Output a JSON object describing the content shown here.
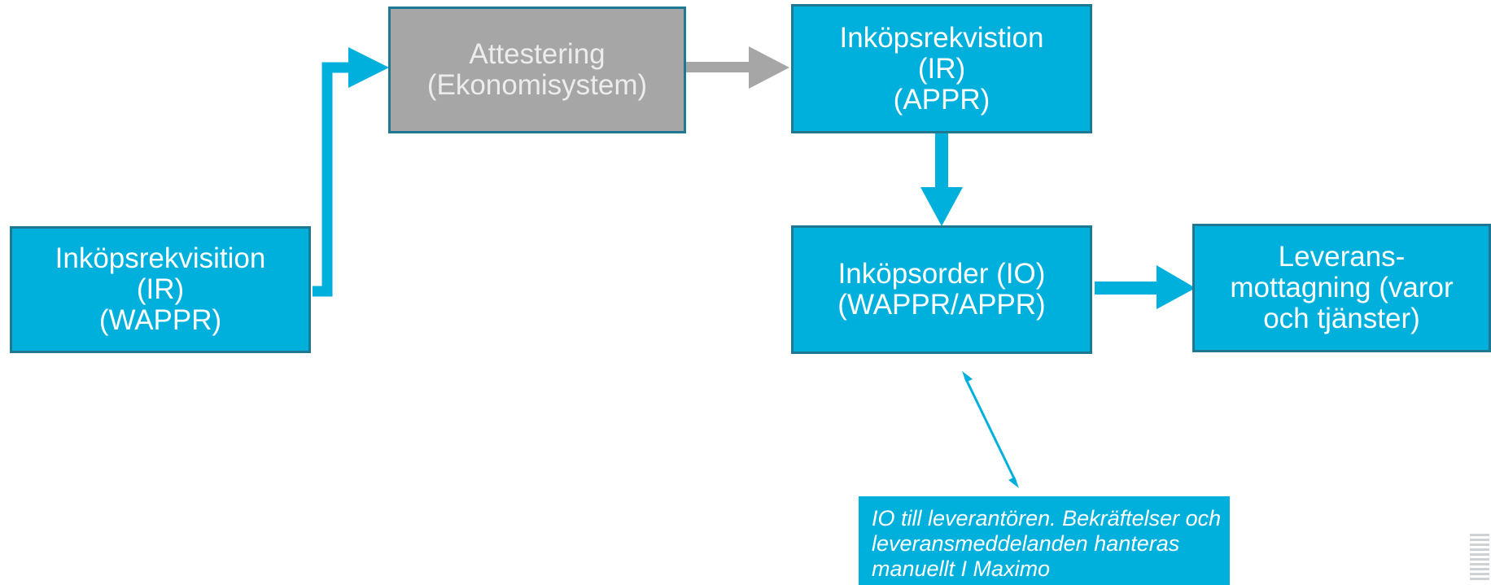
{
  "diagram": {
    "nodes": {
      "ir_wappr": {
        "lines": [
          "Inköpsrekvisition",
          "(IR)",
          "(WAPPR)"
        ],
        "fill": "#00b0dc",
        "border": "#1f7892"
      },
      "attestering": {
        "lines": [
          "Attestering",
          "(Ekonomisystem)"
        ],
        "fill": "#a6a6a6",
        "text_color": "#ececec"
      },
      "ir_appr": {
        "lines": [
          "Inköpsrekvistion",
          "(IR)",
          "(APPR)"
        ],
        "fill": "#00b0dc"
      },
      "io": {
        "lines": [
          "Inköpsorder (IO)",
          "(WAPPR/APPR)"
        ],
        "fill": "#00b0dc"
      },
      "leverans": {
        "lines": [
          "Leverans-",
          "mottagning (varor",
          "och tjänster)"
        ],
        "fill": "#00b0dc"
      }
    },
    "note": {
      "lines": [
        "IO till leverantören. Bekräftelser och",
        "leveransmeddelanden hanteras",
        "manuellt I Maximo"
      ],
      "fill": "#00b0dc"
    },
    "edges": [
      {
        "from": "ir_wappr",
        "to": "attestering",
        "color": "#00b0dc"
      },
      {
        "from": "attestering",
        "to": "ir_appr",
        "color": "#a6a6a6"
      },
      {
        "from": "ir_appr",
        "to": "io",
        "color": "#00b0dc"
      },
      {
        "from": "io",
        "to": "leverans",
        "color": "#00b0dc"
      },
      {
        "from": "io",
        "to": "note",
        "color": "#00b0dc",
        "style": "thin-double-arrow"
      }
    ],
    "logo": "ibm-logo-icon"
  }
}
